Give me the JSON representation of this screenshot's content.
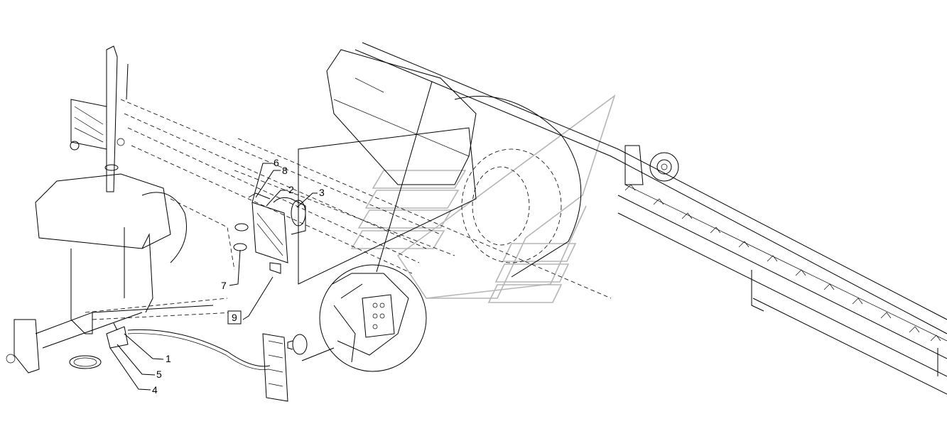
{
  "diagram": {
    "callouts": [
      {
        "id": "c1",
        "text": "1"
      },
      {
        "id": "c2",
        "text": "2"
      },
      {
        "id": "c3",
        "text": "3"
      },
      {
        "id": "c4",
        "text": "4"
      },
      {
        "id": "c5",
        "text": "5"
      },
      {
        "id": "c6",
        "text": "6"
      },
      {
        "id": "c7",
        "text": "7"
      },
      {
        "id": "c8",
        "text": "8"
      },
      {
        "id": "c9",
        "text": "9",
        "boxed": true
      }
    ]
  }
}
